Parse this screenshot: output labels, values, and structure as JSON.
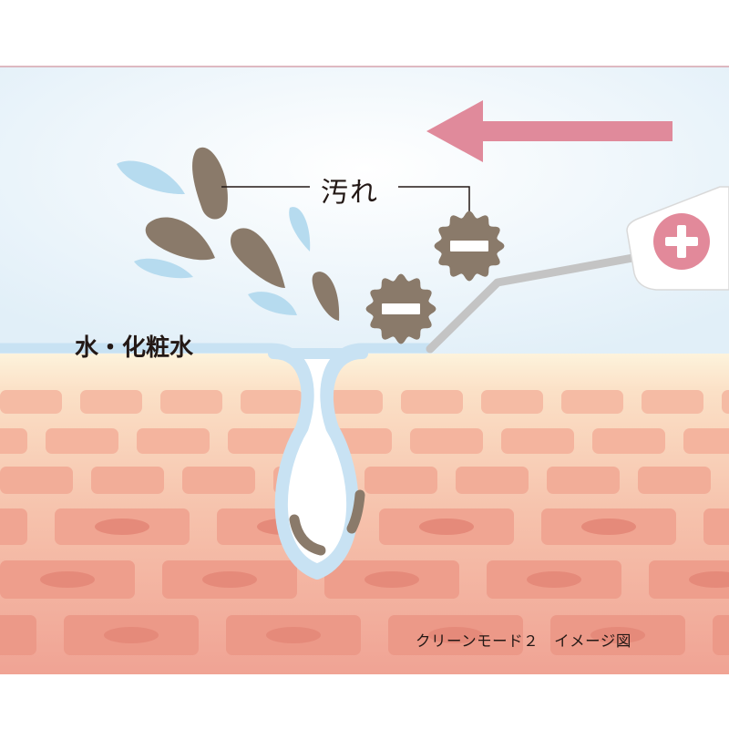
{
  "labels": {
    "dirt": "汚れ",
    "water_lotion": "水・化粧水",
    "caption": "クリーンモード２　イメージ図"
  },
  "colors": {
    "sky": "#e3f0f8",
    "border_line": "#d6a4ae",
    "water_film": "#c8e2f3",
    "skin_top": "#fdf1d4",
    "skin_cell": "#f3b6a0",
    "skin_cell_deep": "#ec9d8c",
    "dirt": "#8a7a6a",
    "water_drop": "#b6dbef",
    "arrow": "#e08a9b",
    "probe": "#c4c4c4",
    "plus_badge": "#e2899a"
  },
  "icons": {
    "arrow": "arrow-left-icon",
    "minus": "minus-ion-icon",
    "plus": "plus-ion-icon"
  }
}
